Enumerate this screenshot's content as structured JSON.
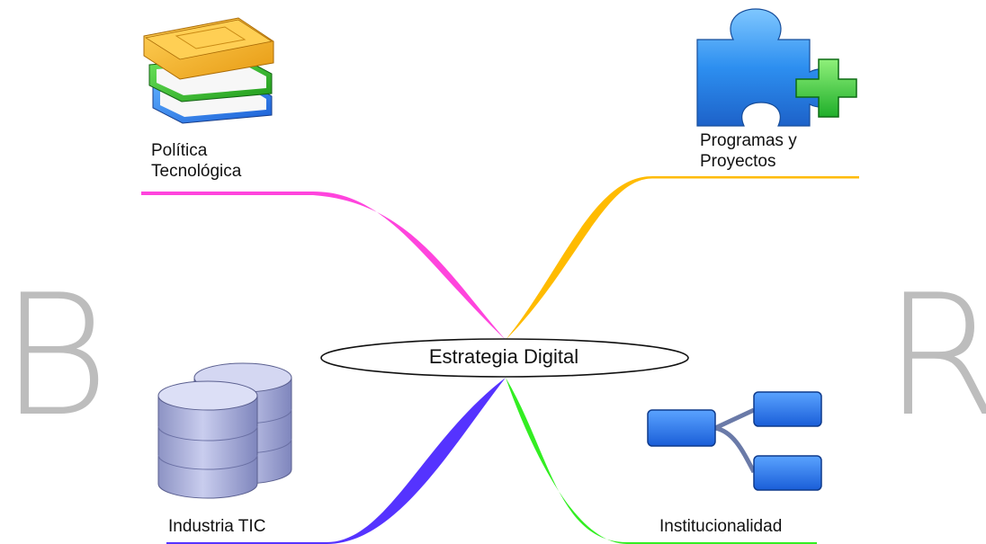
{
  "central_topic": "Estrategia Digital",
  "branches": [
    {
      "label_lines": [
        "Política",
        "Tecnológica"
      ],
      "icon": "books-icon",
      "color": "#ff44dd"
    },
    {
      "label_lines": [
        "Programas y",
        "Proyectos"
      ],
      "icon": "puzzle-plus-icon",
      "color": "#ffbb00"
    },
    {
      "label_lines": [
        "Industria TIC"
      ],
      "icon": "database-icon",
      "color": "#5533ff"
    },
    {
      "label_lines": [
        "Institucionalidad"
      ],
      "icon": "org-chart-icon",
      "color": "#33ee22"
    }
  ],
  "watermark_left": "B",
  "watermark_right": "R"
}
